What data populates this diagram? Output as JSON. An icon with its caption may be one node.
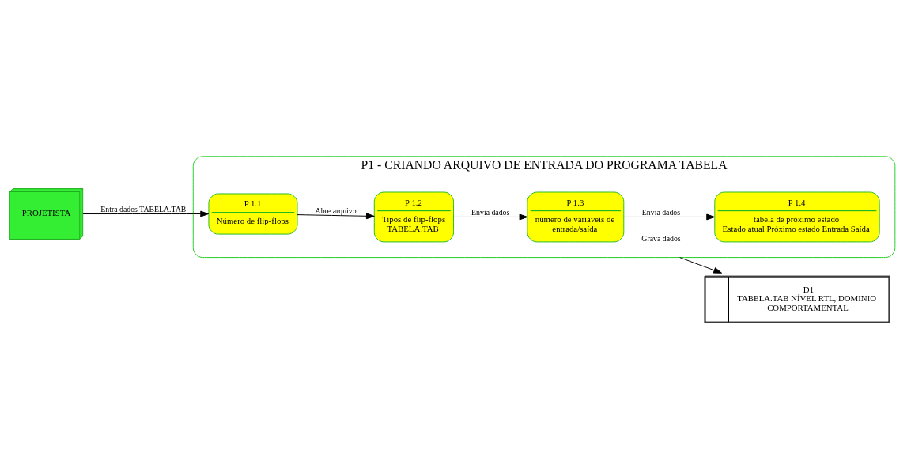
{
  "diagram": {
    "nodes": [
      {
        "text": [
          "PROJETISTA"
        ]
      },
      {
        "text": [
          "P1 - CRIANDO ARQUIVO DE ENTRADA DO PROGRAMA TABELA"
        ]
      },
      {
        "text": [
          "P 1.1",
          "Número de flip-flops"
        ],
        "in": 1
      },
      {
        "text": [
          "P 1.2",
          "Tipos de flip-flops TABELA.TAB"
        ],
        "in": 1
      },
      {
        "text": [
          "P 1.3",
          "número de variáveis de entrada/saída"
        ],
        "in": 1
      },
      {
        "text": [
          "P 1.4",
          "tabela de próximo estado",
          "Estado atual Próximo estado Entrada Saída"
        ],
        "in": 1
      },
      {
        "text": [
          "D1",
          "TABELA.TAB NÍVEL RTL, DOMINIO COMPORTAMENTAL"
        ]
      }
    ],
    "edges": [
      {
        "from": 0,
        "to": 2,
        "arrow": "to",
        "label": "Entra dados TABELA.TAB"
      },
      {
        "from": 2,
        "to": 3,
        "arrow": "to",
        "label": "Abre arquivo"
      },
      {
        "from": 3,
        "to": 4,
        "arrow": "to",
        "label": "Envia dados"
      },
      {
        "from": 4,
        "to": 5,
        "arrow": "to",
        "label": "Envia dados"
      },
      {
        "from": 1,
        "to": 6,
        "arrow": "to",
        "label": "Grava dados"
      }
    ]
  }
}
